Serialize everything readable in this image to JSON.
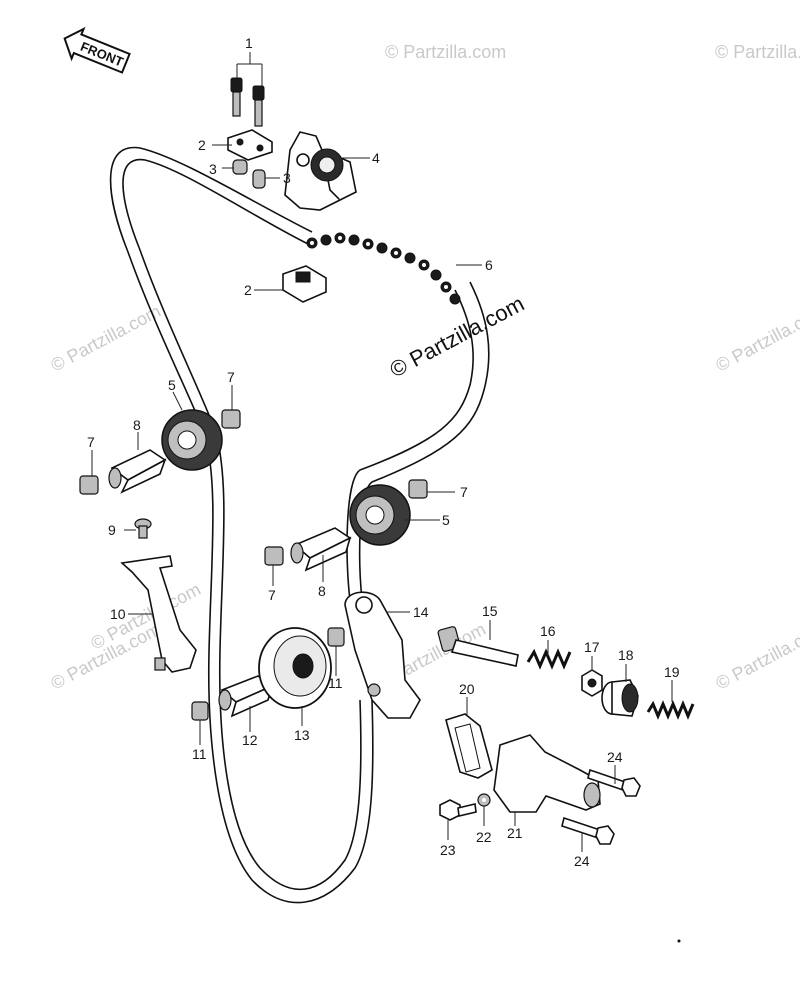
{
  "watermark": {
    "center": "© Partzilla.com",
    "tile": "© Partzilla.com"
  },
  "front_badge": "FRONT",
  "callouts": [
    {
      "id": "c1",
      "text": "1"
    },
    {
      "id": "c2a",
      "text": "2"
    },
    {
      "id": "c2b",
      "text": "2"
    },
    {
      "id": "c3a",
      "text": "3"
    },
    {
      "id": "c3b",
      "text": "3"
    },
    {
      "id": "c4",
      "text": "4"
    },
    {
      "id": "c5a",
      "text": "5"
    },
    {
      "id": "c5b",
      "text": "5"
    },
    {
      "id": "c6",
      "text": "6"
    },
    {
      "id": "c7a",
      "text": "7"
    },
    {
      "id": "c7b",
      "text": "7"
    },
    {
      "id": "c7c",
      "text": "7"
    },
    {
      "id": "c7d",
      "text": "7"
    },
    {
      "id": "c8a",
      "text": "8"
    },
    {
      "id": "c8b",
      "text": "8"
    },
    {
      "id": "c9",
      "text": "9"
    },
    {
      "id": "c10",
      "text": "10"
    },
    {
      "id": "c11a",
      "text": "11"
    },
    {
      "id": "c11b",
      "text": "11"
    },
    {
      "id": "c12",
      "text": "12"
    },
    {
      "id": "c13",
      "text": "13"
    },
    {
      "id": "c14",
      "text": "14"
    },
    {
      "id": "c15",
      "text": "15"
    },
    {
      "id": "c16",
      "text": "16"
    },
    {
      "id": "c17",
      "text": "17"
    },
    {
      "id": "c18",
      "text": "18"
    },
    {
      "id": "c19",
      "text": "19"
    },
    {
      "id": "c20",
      "text": "20"
    },
    {
      "id": "c21",
      "text": "21"
    },
    {
      "id": "c22",
      "text": "22"
    },
    {
      "id": "c23",
      "text": "23"
    },
    {
      "id": "c24a",
      "text": "24"
    },
    {
      "id": "c24b",
      "text": "24"
    }
  ]
}
